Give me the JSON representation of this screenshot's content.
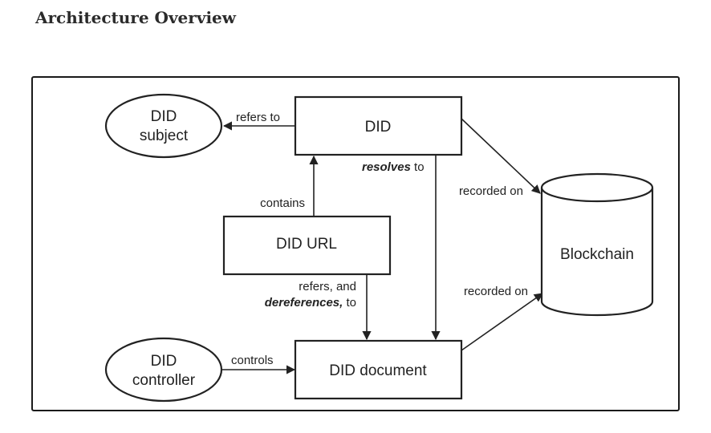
{
  "title": "Architecture Overview",
  "nodes": {
    "did_subject": {
      "line1": "DID",
      "line2": "subject"
    },
    "did": {
      "label": "DID"
    },
    "did_url": {
      "label": "DID URL"
    },
    "did_controller": {
      "line1": "DID",
      "line2": "controller"
    },
    "did_document": {
      "label": "DID document"
    },
    "blockchain": {
      "label": "Blockchain"
    }
  },
  "edges": {
    "refers_to": "refers to",
    "resolves_em": "resolves",
    "resolves_to": " to",
    "contains": "contains",
    "refers_and": "refers, and",
    "dereferences_em": "dereferences,",
    "dereferences_to": " to",
    "controls": "controls",
    "recorded_on_top": "recorded on",
    "recorded_on_bottom": "recorded on"
  }
}
